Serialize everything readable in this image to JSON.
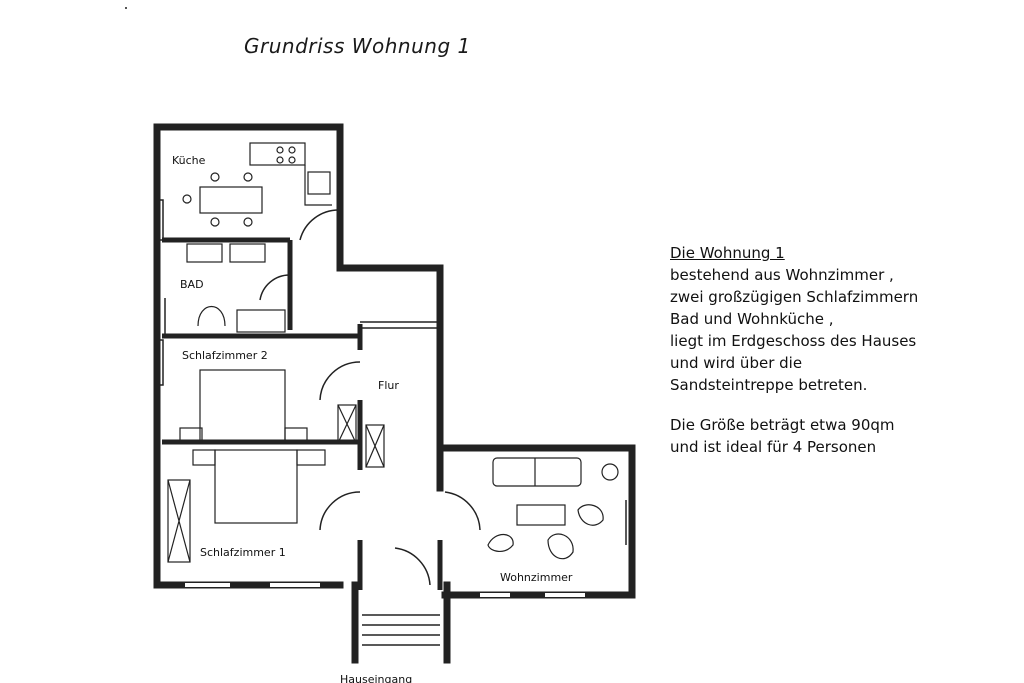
{
  "title": "Grundriss Wohnung 1",
  "rooms": {
    "kueche": "Küche",
    "bad": "BAD",
    "schlafzimmer2": "Schlafzimmer 2",
    "flur": "Flur",
    "schlafzimmer1": "Schlafzimmer 1",
    "wohnzimmer": "Wohnzimmer",
    "hauseingang": "Hauseingang"
  },
  "description": {
    "heading": "Die Wohnung 1",
    "lines": [
      "bestehend aus Wohnzimmer ,",
      "zwei großzügigen Schlafzimmern",
      "Bad und Wohnküche ,",
      " liegt im Erdgeschoss des Hauses",
      "und wird über die",
      "Sandsteintreppe betreten."
    ],
    "size_lines": [
      " Die Größe beträgt etwa 90qm",
      "und ist ideal für 4 Personen"
    ]
  }
}
